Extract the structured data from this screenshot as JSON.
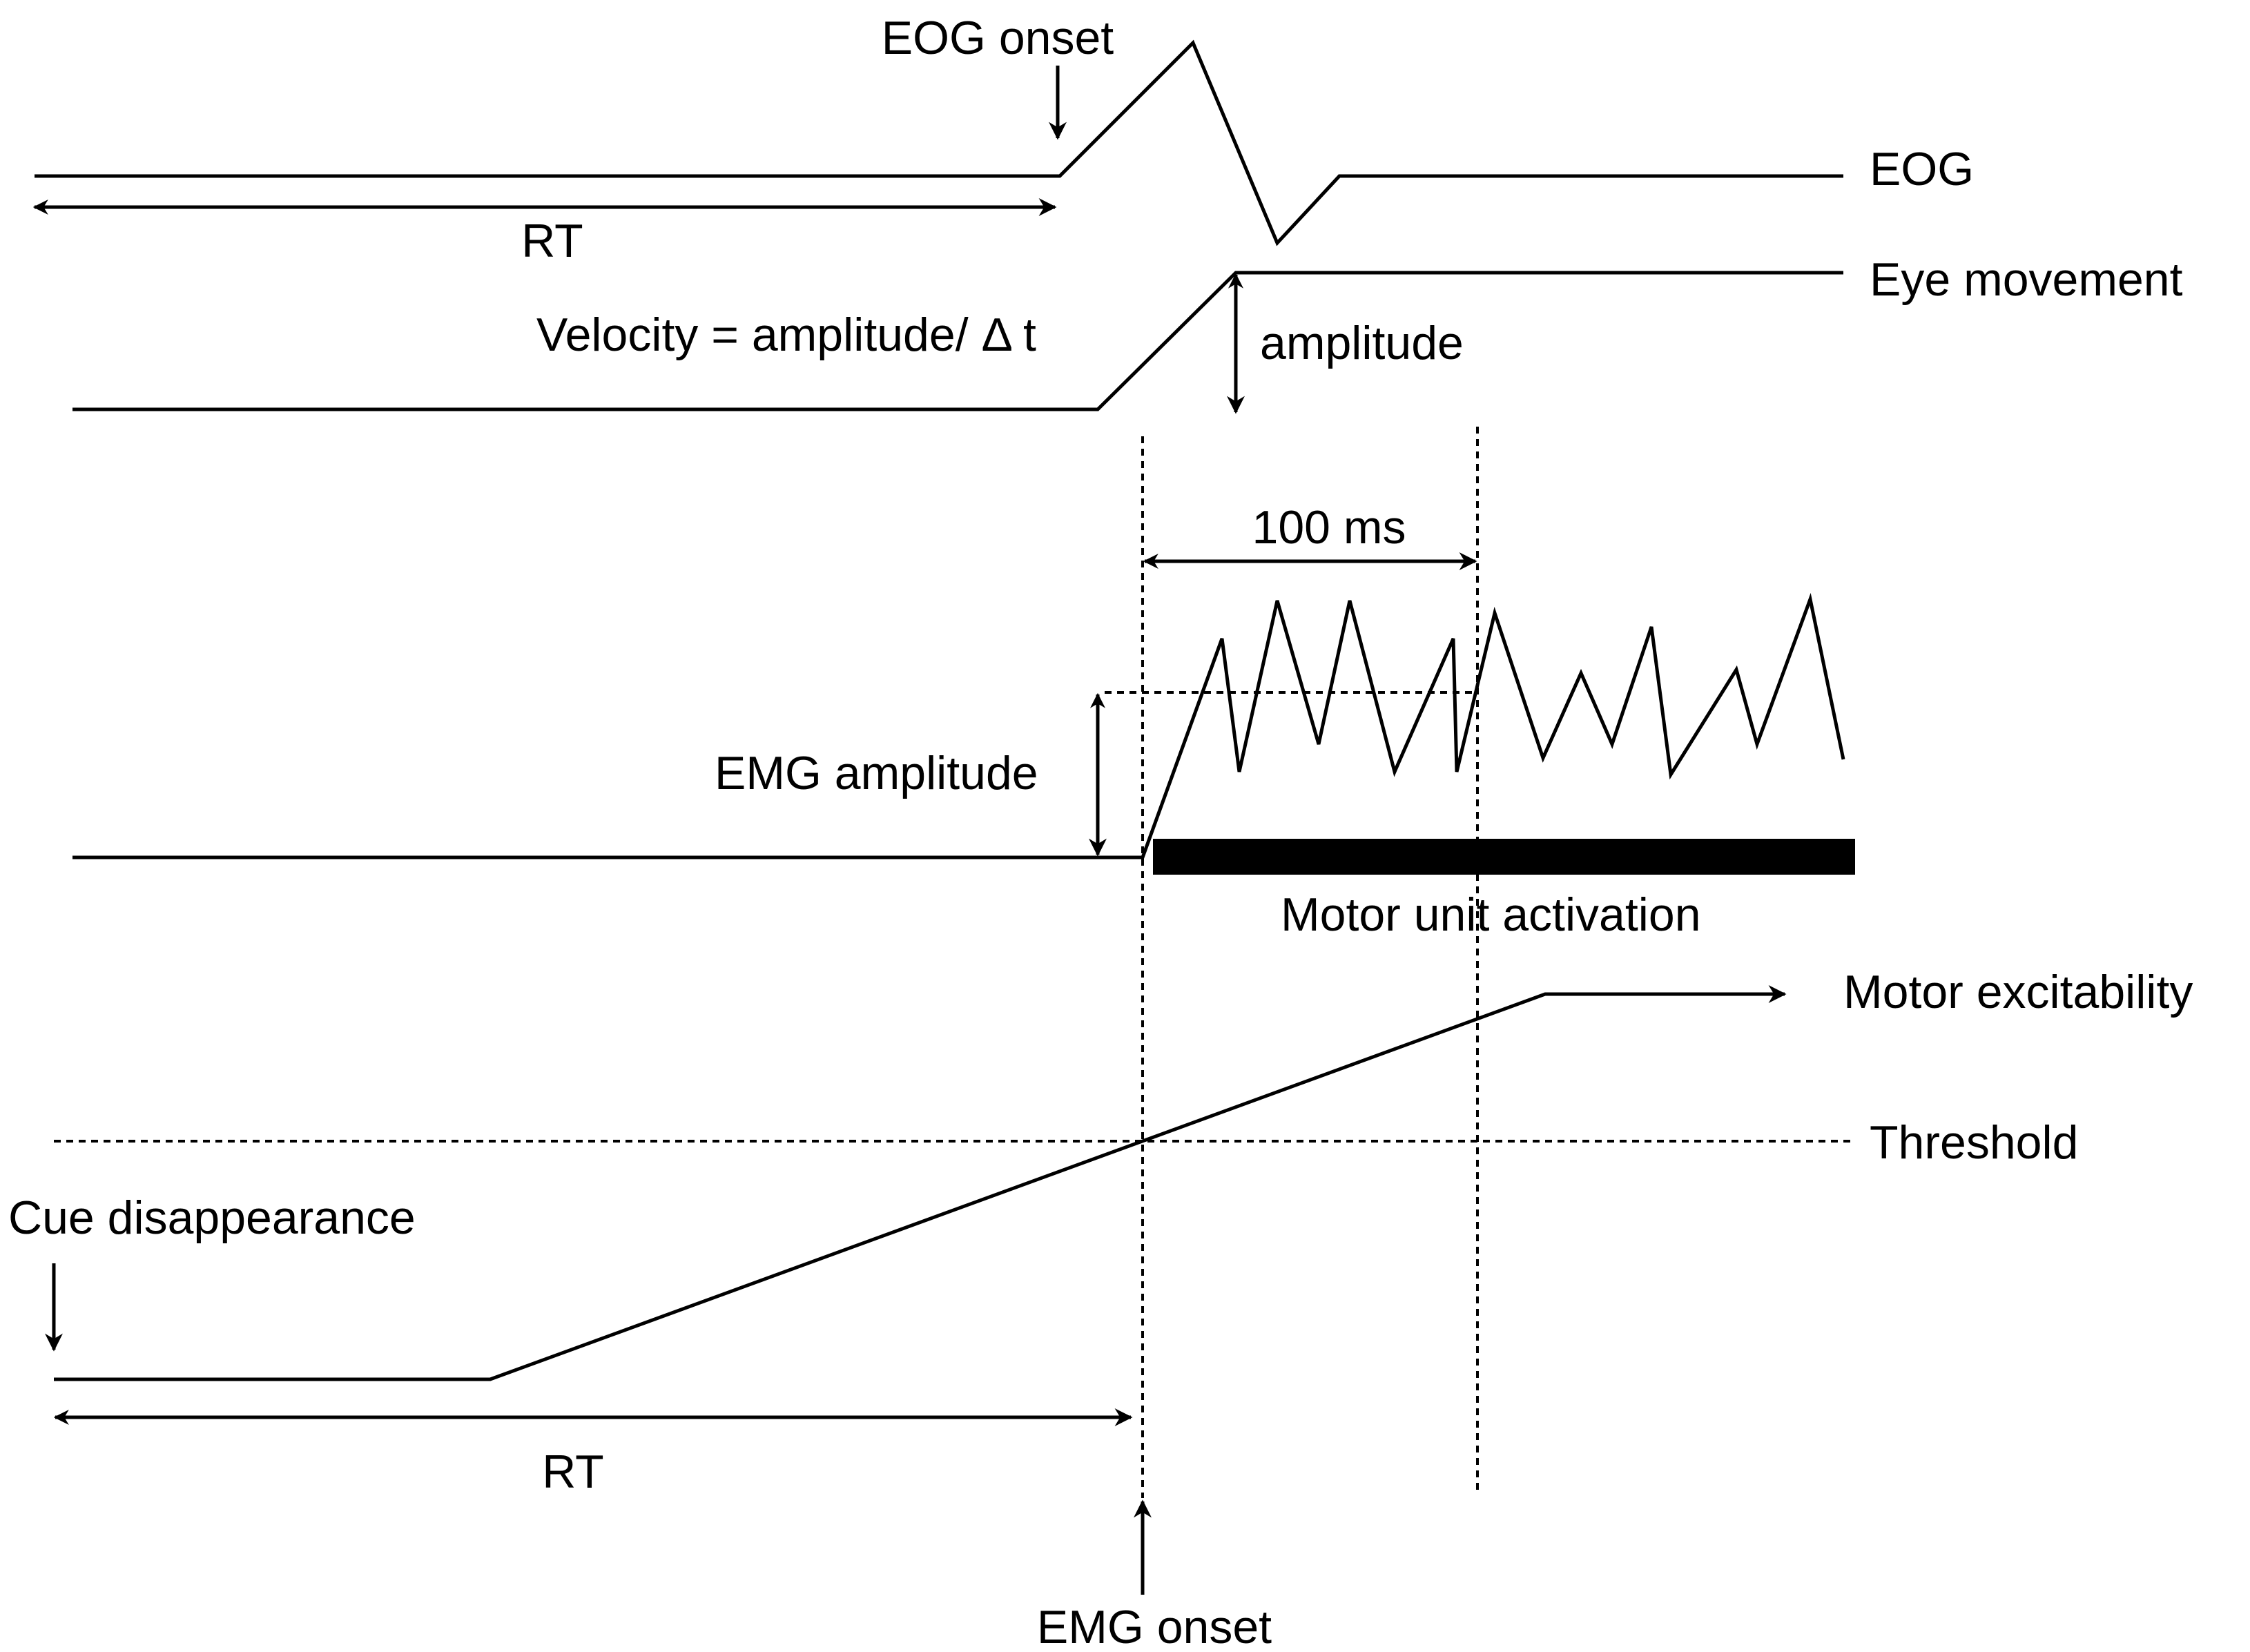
{
  "labels": {
    "eog_onset": "EOG onset",
    "eog": "EOG",
    "rt_top": "RT",
    "eye_movement": "Eye movement",
    "velocity": "Velocity = amplitude/ Δ t",
    "amplitude": "amplitude",
    "ms_100": "100 ms",
    "emg_amplitude": "EMG amplitude",
    "motor_unit_activation": "Motor unit activation",
    "motor_excitability": "Motor excitability",
    "threshold": "Threshold",
    "cue_disappearance": "Cue disappearance",
    "rt_bottom": "RT",
    "emg_onset": "EMG onset"
  },
  "colors": {
    "ink": "#000000",
    "background": "#ffffff"
  }
}
